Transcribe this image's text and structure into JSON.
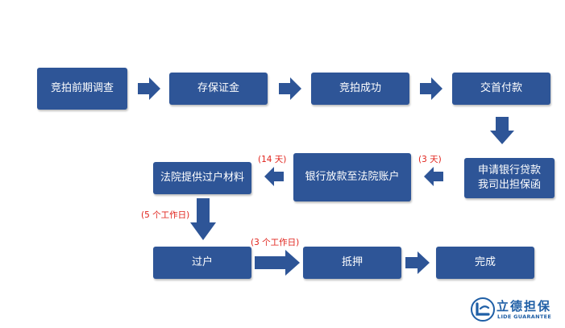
{
  "steps": {
    "auction_survey": "竞拍前期调查",
    "deposit": "存保证金",
    "auction_success": "竞拍成功",
    "pay_first": "交首付款",
    "apply_loan_line1": "申请银行贷款",
    "apply_loan_line2": "我司出担保函",
    "bank_disburse": "银行放款至法院账户",
    "court_docs": "法院提供过户材料",
    "transfer": "过户",
    "mortgage": "抵押",
    "complete": "完成"
  },
  "durations": {
    "bank_to_court": "(3 天)",
    "court_to_docs": "(14 天)",
    "docs_to_transfer": "(5 个工作日)",
    "transfer_to_mortgage": "(3 个工作日)"
  },
  "logo": {
    "chinese": "立德担保",
    "english": "LIDE GUARANTEE"
  },
  "colors": {
    "box": "#2E5597",
    "arrow": "#2E5597",
    "note": "#E0211A",
    "logo": "#1F5FA6"
  }
}
